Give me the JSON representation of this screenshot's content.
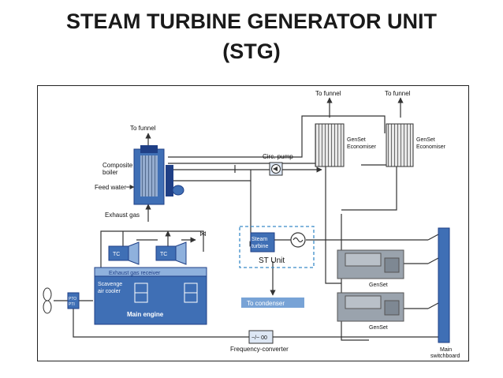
{
  "page": {
    "title_line1": "STEAM TURBINE GENERATOR UNIT",
    "title_line2": "(STG)"
  },
  "diagram": {
    "labels": {
      "to_funnel_left": "To funnel",
      "to_funnel_mid": "To funnel",
      "to_funnel_right": "To funnel",
      "composite_boiler_1": "Composite",
      "composite_boiler_2": "boiler",
      "feed_water": "Feed water",
      "exhaust_gas": "Exhaust gas",
      "circ_pump": "Circ. pump",
      "genset_economiser_a_1": "GenSet",
      "genset_economiser_a_2": "Economiser",
      "genset_economiser_b_1": "GenSet",
      "genset_economiser_b_2": "Economiser",
      "steam_turbine_1": "Steam",
      "steam_turbine_2": "turbine",
      "st_unit": "ST Unit",
      "to_condenser": "To condenser",
      "tc_left": "TC",
      "tc_right": "TC",
      "exhaust_gas_receiver": "Exhaust gas receiver",
      "scavenge_air_cooler_1": "Scavenge",
      "scavenge_air_cooler_2": "air cooler",
      "main_engine": "Main engine",
      "pto_1": "PTO",
      "pto_2": "PTI",
      "genset_upper": "GenSet",
      "genset_lower": "GenSet",
      "frequency_converter_symbol": "~/~ 00",
      "frequency_converter": "Frequency-converter",
      "main_switchboard_1": "Main",
      "main_switchboard_2": "switchboard"
    },
    "colors": {
      "component_blue": "#3f6fb5",
      "component_dark_blue": "#1f3f86",
      "light_blue": "#8fb1dd",
      "condenser_blue": "#78a3d6",
      "line": "#333333",
      "dashed_box": "#3a8bc8"
    }
  }
}
